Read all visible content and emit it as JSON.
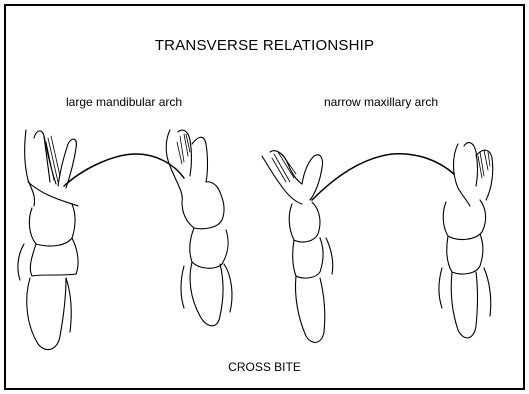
{
  "diagram": {
    "title": "TRANSVERSE RELATIONSHIP",
    "left_label": "large mandibular arch",
    "right_label": "narrow maxillary arch",
    "caption": "CROSS BITE"
  },
  "colors": {
    "line": "#000000",
    "background": "#ffffff"
  }
}
